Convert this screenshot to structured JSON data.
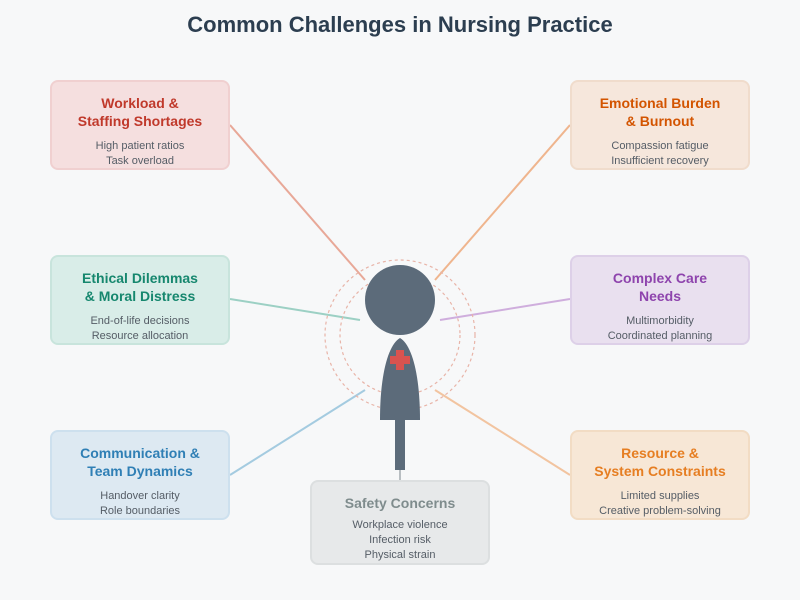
{
  "title": "Common Challenges in Nursing Practice",
  "colors": {
    "background": "#f7f8f9",
    "nurse_figure": "#5c6b7a",
    "nurse_cross": "#d9534f",
    "aura": "#e8b4a8"
  },
  "icons": {
    "center": "nurse-icon",
    "emblem": "medical-cross-icon"
  },
  "cards": {
    "workload": {
      "title_lines": [
        "Workload &",
        "Staffing Shortages"
      ],
      "details": [
        "High patient ratios",
        "Task overload"
      ],
      "color": "#c0392b",
      "fill": "#f5dfdf",
      "border": "#f0d0d0",
      "line": "#e8a898"
    },
    "emotional": {
      "title_lines": [
        "Emotional Burden",
        "& Burnout"
      ],
      "details": [
        "Compassion fatigue",
        "Insufficient recovery"
      ],
      "color": "#d35400",
      "fill": "#f6e7dc",
      "border": "#f0dccc",
      "line": "#efb58e"
    },
    "ethical": {
      "title_lines": [
        "Ethical Dilemmas",
        "& Moral Distress"
      ],
      "details": [
        "End-of-life decisions",
        "Resource allocation"
      ],
      "color": "#16876e",
      "fill": "#d9ede8",
      "border": "#c8e4dc",
      "line": "#9cd0c4"
    },
    "complex": {
      "title_lines": [
        "Complex Care",
        "Needs"
      ],
      "details": [
        "Multimorbidity",
        "Coordinated planning"
      ],
      "color": "#8e44ad",
      "fill": "#e9e0ef",
      "border": "#ddd0e8",
      "line": "#cfaedd"
    },
    "communication": {
      "title_lines": [
        "Communication &",
        "Team Dynamics"
      ],
      "details": [
        "Handover clarity",
        "Role boundaries"
      ],
      "color": "#2f7fb5",
      "fill": "#dde9f2",
      "border": "#cde0ee",
      "line": "#a4cbe0"
    },
    "resource": {
      "title_lines": [
        "Resource &",
        "System Constraints"
      ],
      "details": [
        "Limited supplies",
        "Creative problem-solving"
      ],
      "color": "#e67e22",
      "fill": "#f7e7d6",
      "border": "#f2dcc4",
      "line": "#f2c4a0"
    },
    "safety": {
      "title_lines": [
        "Safety Concerns"
      ],
      "details": [
        "Workplace violence",
        "Infection risk",
        "Physical strain"
      ],
      "color": "#7f8c8d",
      "fill": "#e7e9ea",
      "border": "#dcdfe0",
      "line": "#b8bec2"
    }
  }
}
